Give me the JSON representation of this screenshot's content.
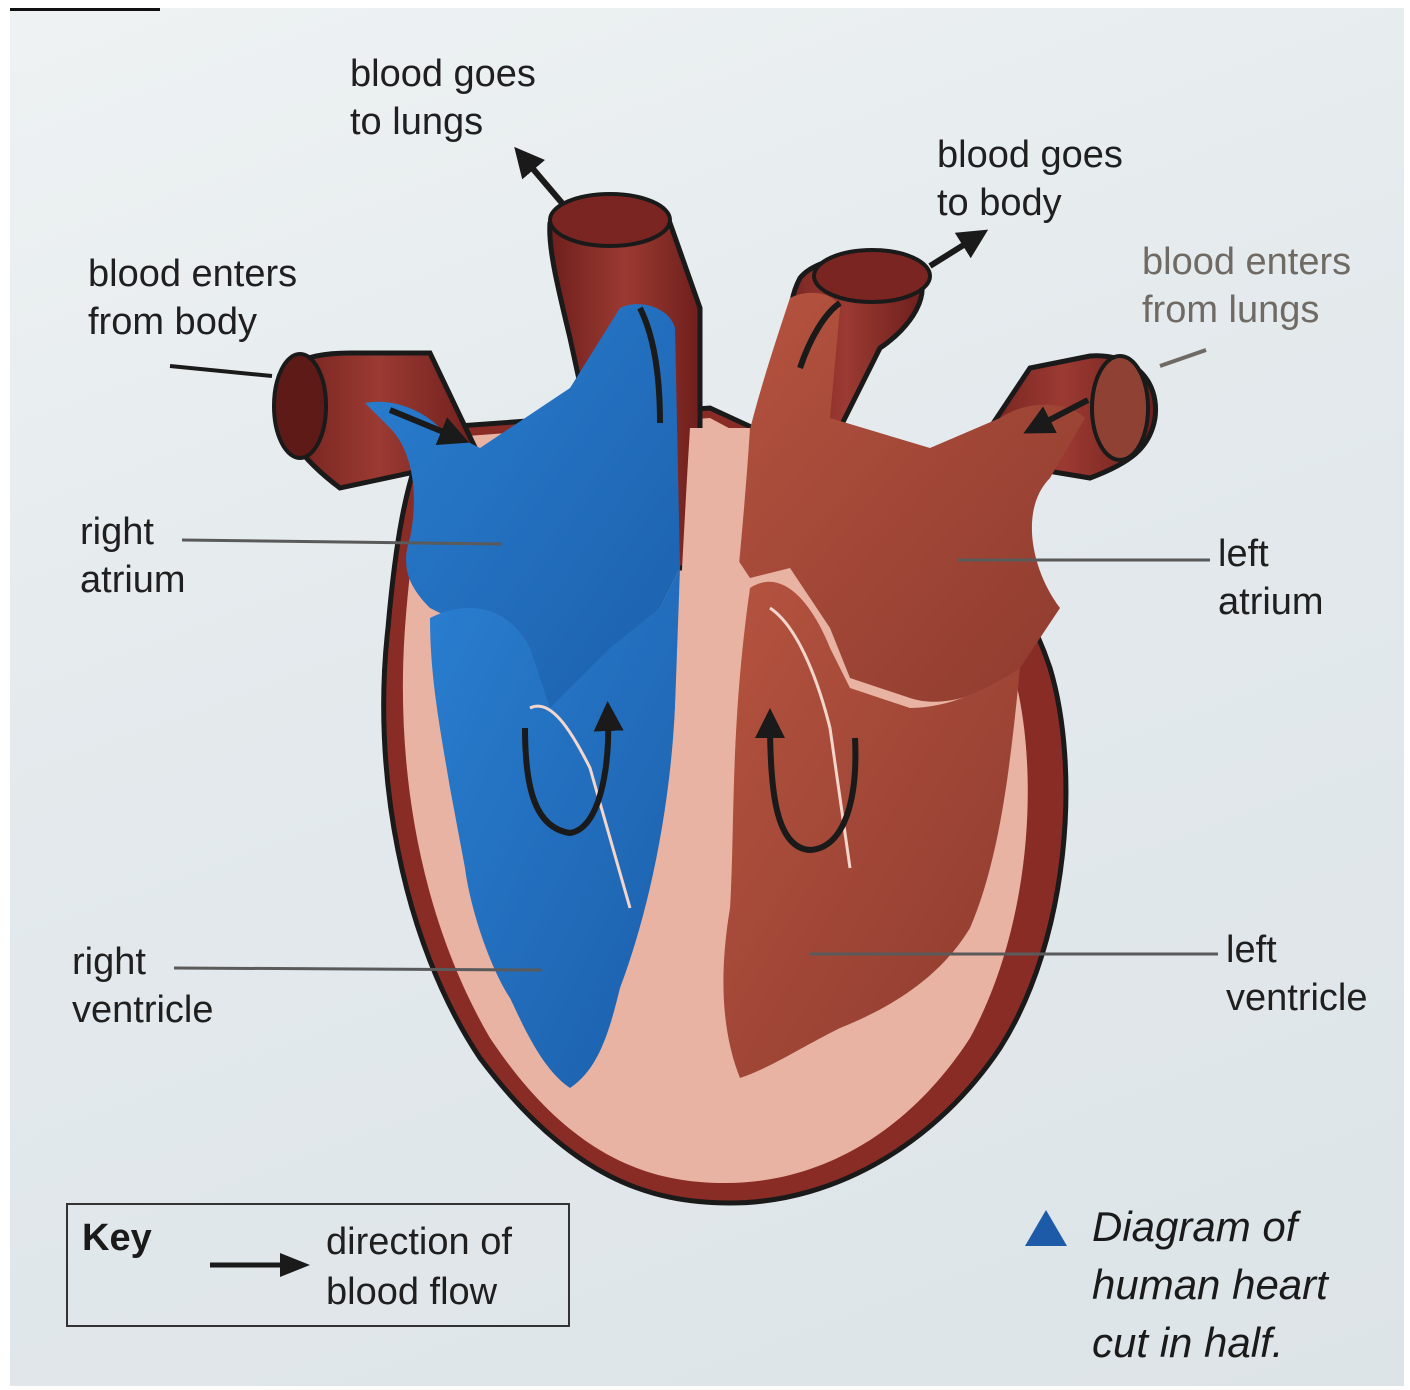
{
  "labels": {
    "blood_goes_to_lungs": [
      "blood goes",
      "to lungs"
    ],
    "blood_goes_to_body": [
      "blood goes",
      "to body"
    ],
    "blood_enters_from_body": [
      "blood enters",
      "from body"
    ],
    "blood_enters_from_lungs": [
      "blood enters",
      "from lungs"
    ],
    "right_atrium": [
      "right",
      "atrium"
    ],
    "left_atrium": [
      "left",
      "atrium"
    ],
    "right_ventricle": [
      "right",
      "ventricle"
    ],
    "left_ventricle": [
      "left",
      "ventricle"
    ]
  },
  "key": {
    "title": "Key",
    "description": [
      "direction of",
      "blood flow"
    ]
  },
  "caption": [
    "Diagram of",
    "human heart",
    "cut in half."
  ],
  "colors": {
    "deoxygenated_blood": "#1f6fc0",
    "oxygenated_blood": "#a8493a",
    "heart_wall": "#e8b3a2",
    "outer_muscle": "#8a2c26",
    "caption_triangle": "#1d5aa8"
  }
}
